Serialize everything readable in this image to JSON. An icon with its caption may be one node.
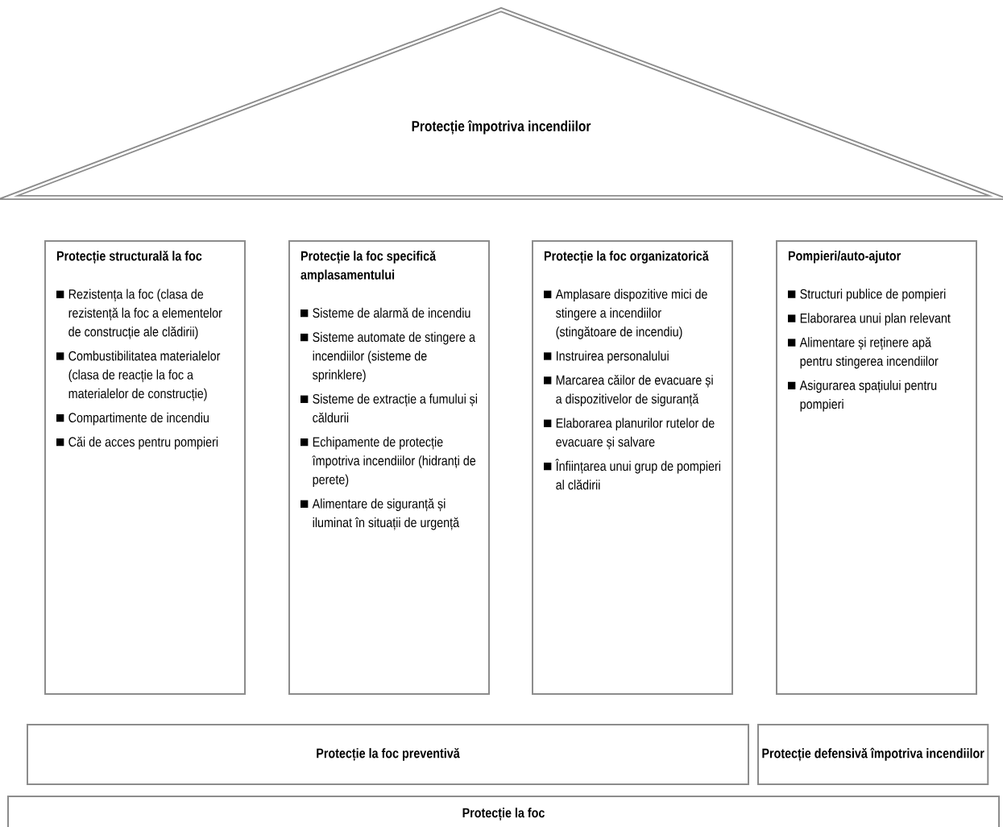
{
  "diagram": {
    "nodes": [
      {
        "text": [
          "Protecție împotriva incendiilor"
        ]
      },
      {
        "text": [
          "Protecție structurală la foc",
          "Rezistența la foc (clasa de rezistență la foc a elementelor de construcție ale clădirii)",
          "Combustibilitatea materialelor (clasa de reacție la foc a materialelor de construcție)",
          "Compartimente de incendiu",
          "Căi de acces pentru pompieri"
        ]
      },
      {
        "text": [
          "Protecție la foc specifică amplasamentului",
          "Sisteme de alarmă de incendiu",
          "Sisteme automate de stingere a incendiilor (sisteme de sprinklere)",
          "Sisteme de extracție a fumului și căldurii",
          "Echipamente de protecție împotriva incendiilor (hidranți de perete)",
          "Alimentare de siguranță și iluminat în situații de urgență"
        ]
      },
      {
        "text": [
          "Protecție la foc organizatorică",
          "Amplasare dispozitive mici de stingere a incendiilor (stingătoare de incendiu)",
          "Instruirea personalului",
          "Marcarea căilor de evacuare și a dispozitivelor de siguranță",
          "Elaborarea planurilor rutelor de evacuare și salvare",
          "Înființarea unui grup de pompieri al clădirii"
        ]
      },
      {
        "text": [
          "Pompieri/auto-ajutor",
          "Structuri publice de pompieri",
          "Elaborarea unui plan relevant",
          "Alimentare și reținere apă pentru stingerea incendiilor",
          "Asigurarea spațiului pentru pompieri"
        ]
      },
      {
        "text": [
          "Protecție la foc preventivă"
        ]
      },
      {
        "text": [
          "Protecție defensivă împotriva incendiilor"
        ]
      },
      {
        "text": [
          "Protecție la foc"
        ]
      }
    ]
  }
}
